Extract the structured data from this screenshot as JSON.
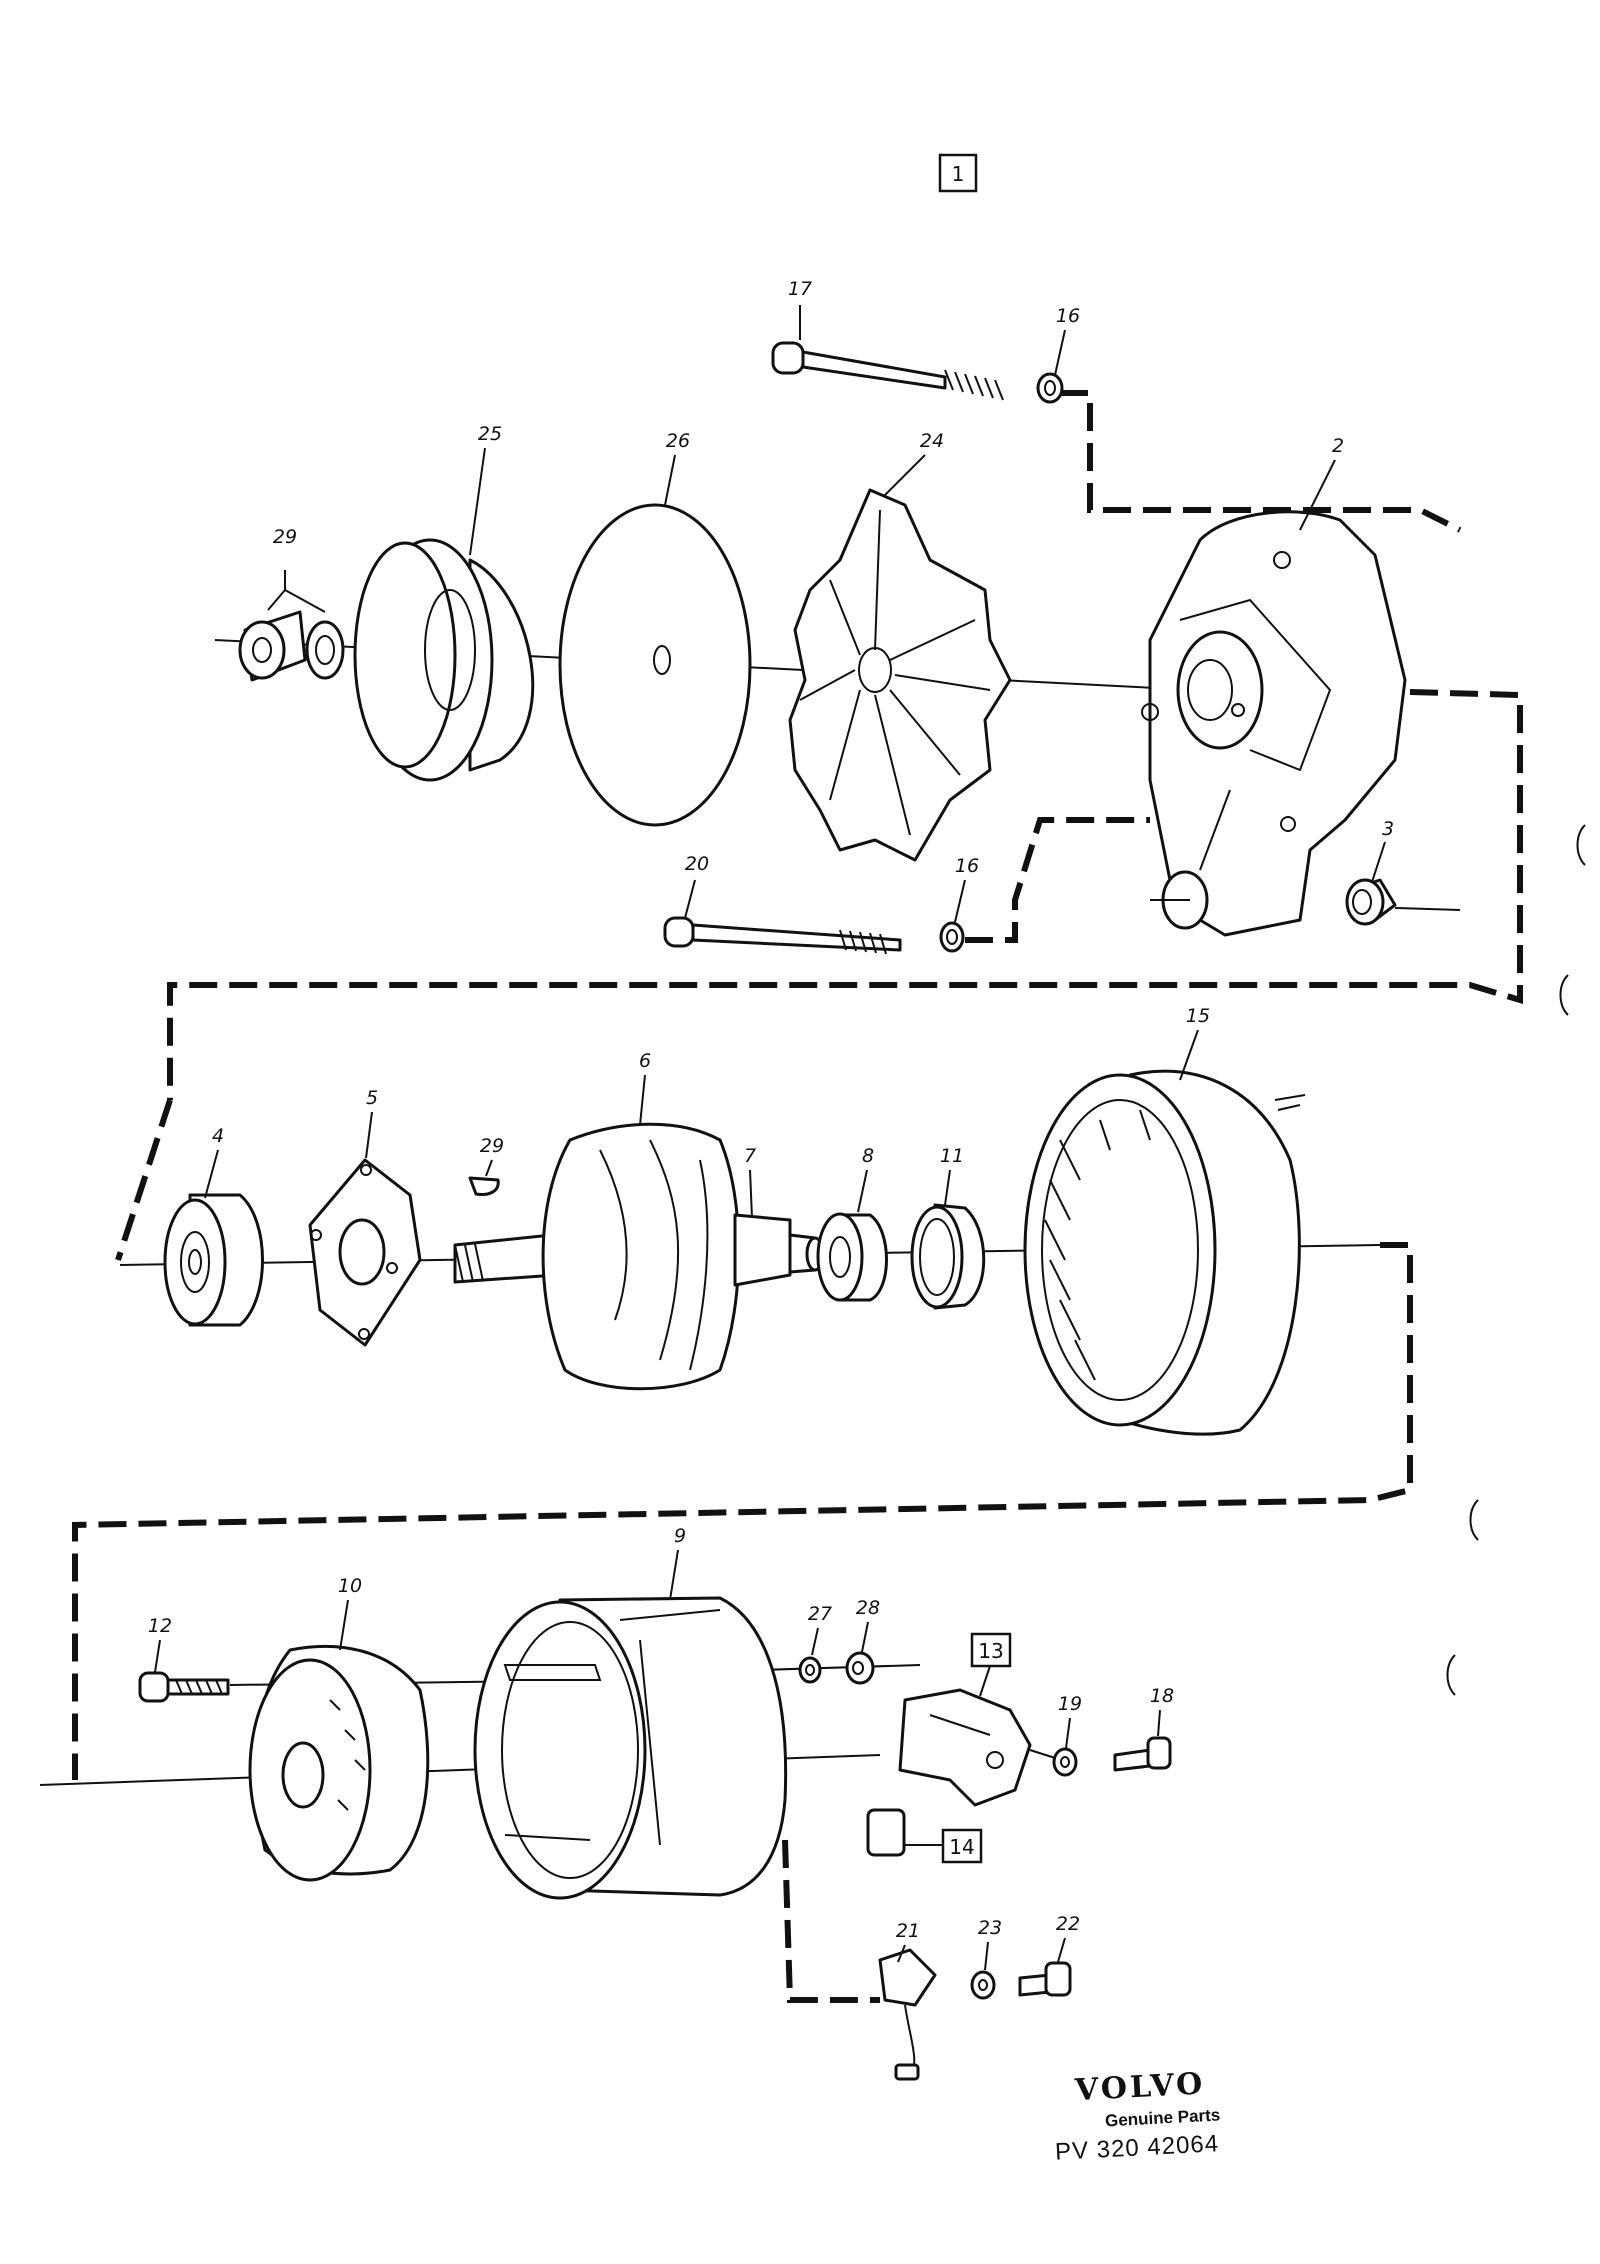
{
  "sheet": {
    "group_label": "1"
  },
  "callouts": {
    "p2": "2",
    "p3": "3",
    "p4": "4",
    "p5": "5",
    "p6": "6",
    "p7": "7",
    "p8": "8",
    "p9": "9",
    "p10": "10",
    "p11": "11",
    "p12": "12",
    "p13": "13",
    "p14": "14",
    "p15": "15",
    "p16a": "16",
    "p16b": "16",
    "p17": "17",
    "p18": "18",
    "p19": "19",
    "p20": "20",
    "p21": "21",
    "p22": "22",
    "p23": "23",
    "p24": "24",
    "p25": "25",
    "p26": "26",
    "p27": "27",
    "p28": "28",
    "p29a": "29",
    "p29b": "29"
  },
  "branding": {
    "logo": "VOLVO",
    "subtitle": "Genuine Parts",
    "code": "PV  320 42064"
  }
}
